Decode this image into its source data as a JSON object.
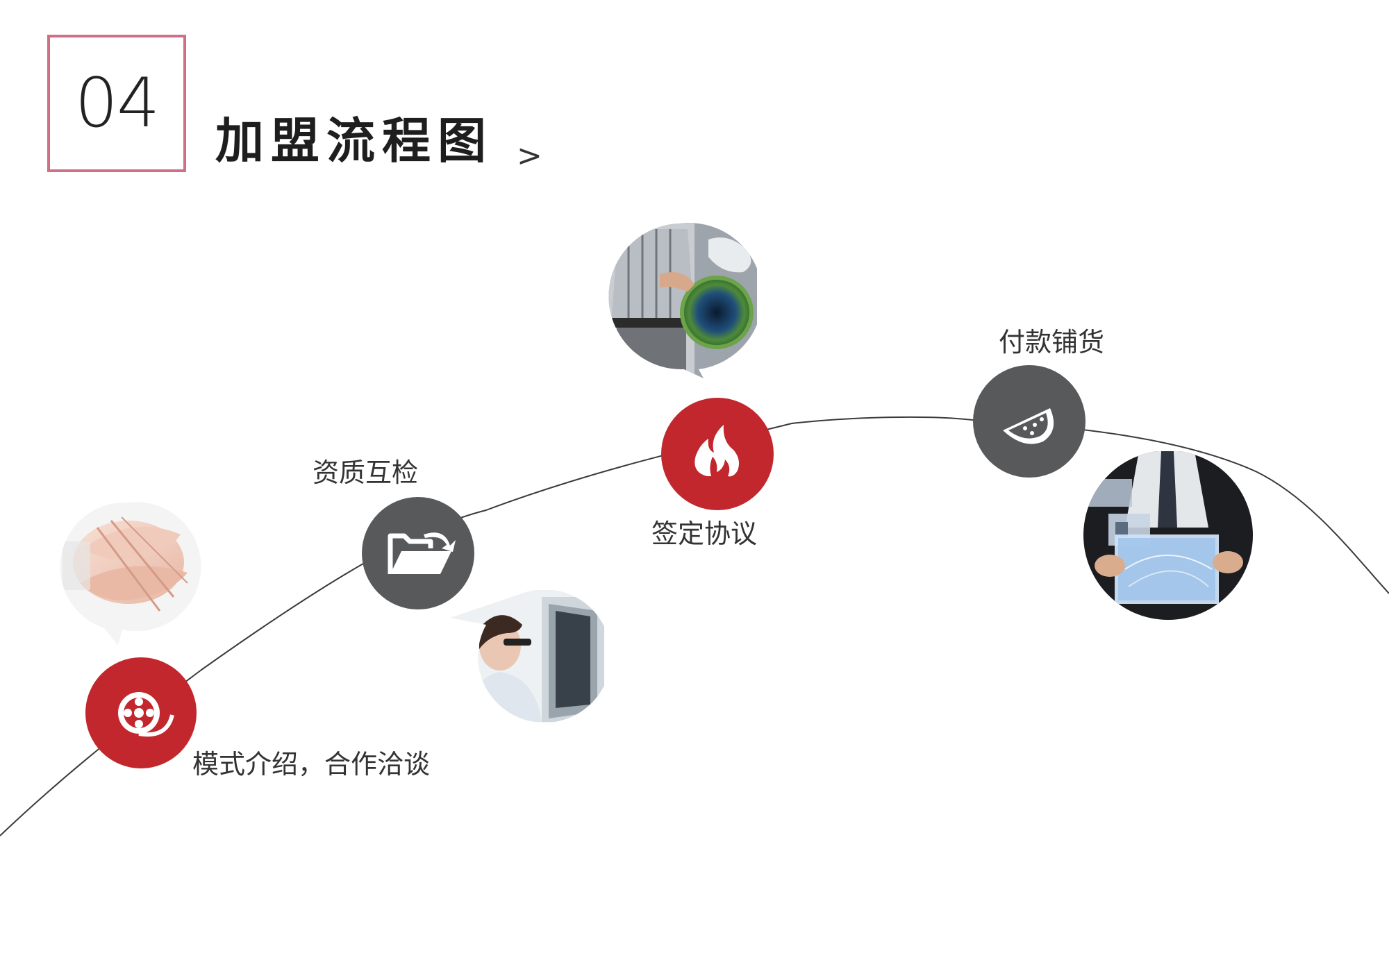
{
  "header": {
    "section_number": "04",
    "title": "加盟流程图",
    "arrow": ">"
  },
  "colors": {
    "accent_red": "#c2272d",
    "step_gray": "#58595b",
    "box_border": "#cf6f83",
    "curve": "#3a3a3a"
  },
  "steps": [
    {
      "label": "模式介绍，合作洽谈",
      "icon": "film-reel-icon",
      "color": "red"
    },
    {
      "label": "资质互检",
      "icon": "open-folder-icon",
      "color": "gray"
    },
    {
      "label": "签定协议",
      "icon": "flame-icon",
      "color": "red"
    },
    {
      "label": "付款铺货",
      "icon": "watermelon-slice-icon",
      "color": "gray"
    }
  ],
  "photos": [
    {
      "name": "hands-together-photo"
    },
    {
      "name": "woman-at-computer-photo"
    },
    {
      "name": "businessman-globe-photo"
    },
    {
      "name": "businessman-tablet-photo"
    }
  ]
}
